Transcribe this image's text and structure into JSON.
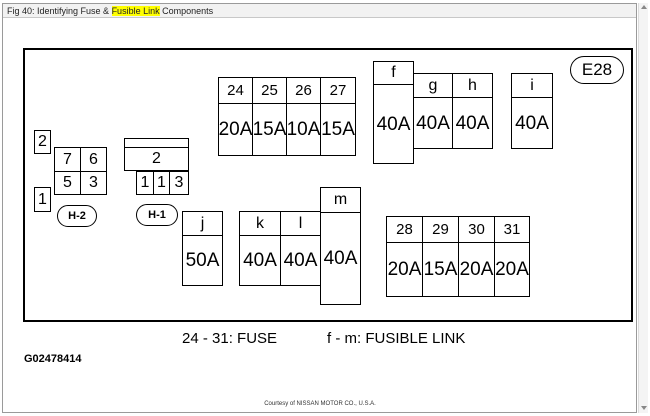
{
  "window": {
    "title_before": "Fig 40: Identifying Fuse & ",
    "title_highlight": "Fusible Link",
    "title_after": " Components"
  },
  "diagram": {
    "connector_id": "E28",
    "fuses_top": [
      {
        "label": "24",
        "rating": "20A"
      },
      {
        "label": "25",
        "rating": "15A"
      },
      {
        "label": "26",
        "rating": "10A"
      },
      {
        "label": "27",
        "rating": "15A"
      }
    ],
    "fusible_top": [
      {
        "label": "f",
        "rating": "40A"
      },
      {
        "label": "g",
        "rating": "40A"
      },
      {
        "label": "h",
        "rating": "40A"
      },
      {
        "label": "i",
        "rating": "40A"
      }
    ],
    "h2": {
      "name": "H-2",
      "pins": [
        "2",
        "7",
        "6",
        "5",
        "3",
        "1"
      ]
    },
    "h1": {
      "name": "H-1",
      "pins": [
        "2",
        "1",
        "1",
        "3"
      ]
    },
    "fusible_bottom": [
      {
        "label": "j",
        "rating": "50A"
      },
      {
        "label": "k",
        "rating": "40A"
      },
      {
        "label": "l",
        "rating": "40A"
      },
      {
        "label": "m",
        "rating": "40A"
      }
    ],
    "fuses_bottom": [
      {
        "label": "28",
        "rating": "20A"
      },
      {
        "label": "29",
        "rating": "15A"
      },
      {
        "label": "30",
        "rating": "20A"
      },
      {
        "label": "31",
        "rating": "20A"
      }
    ]
  },
  "legend": {
    "fuse": "24 - 31: FUSE",
    "fusible": "f - m: FUSIBLE LINK"
  },
  "figure_id": "G02478414",
  "credit": "Courtesy of NISSAN MOTOR CO., U.S.A."
}
